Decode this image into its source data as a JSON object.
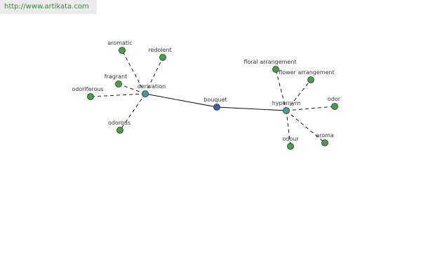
{
  "site_url": "http://www.artikata.com",
  "colors": {
    "leaf_node": "#4e9a4e",
    "hub_node": "#4a9a9a",
    "center_node": "#4a58a8",
    "edge": "#000000",
    "node_stroke": "#1f3a1f"
  },
  "graph": {
    "center": {
      "label": "bouquet"
    },
    "hubs": [
      {
        "id": "derivation",
        "label": "derivation"
      },
      {
        "id": "hypernym",
        "label": "hypernym"
      }
    ],
    "leaves": [
      {
        "hub": "derivation",
        "label": "aromatic"
      },
      {
        "hub": "derivation",
        "label": "redolent"
      },
      {
        "hub": "derivation",
        "label": "fragrant"
      },
      {
        "hub": "derivation",
        "label": "odoriferous"
      },
      {
        "hub": "derivation",
        "label": "odorous"
      },
      {
        "hub": "hypernym",
        "label": "floral arrangement"
      },
      {
        "hub": "hypernym",
        "label": "flower arrangement"
      },
      {
        "hub": "hypernym",
        "label": "odor"
      },
      {
        "hub": "hypernym",
        "label": "odour"
      },
      {
        "hub": "hypernym",
        "label": "aroma"
      }
    ]
  }
}
